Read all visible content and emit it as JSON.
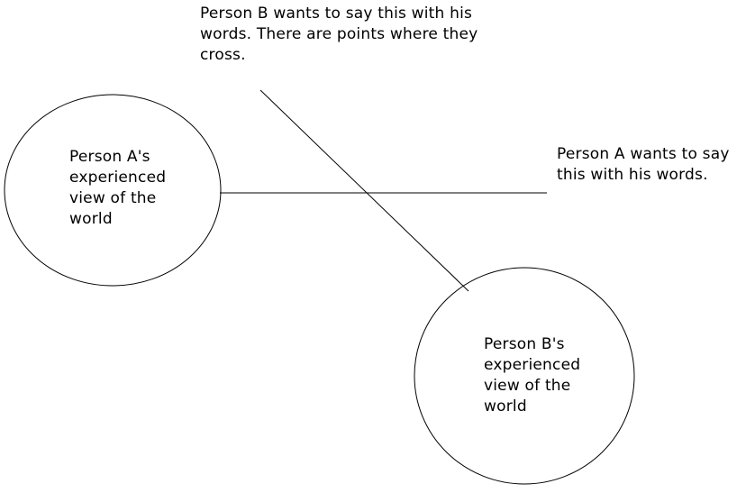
{
  "canvas": {
    "background_color": "#ffffff",
    "line_color": "#000000",
    "text_color": "#000000"
  },
  "captions": {
    "person_b_goal": {
      "line1": "Person B wants to say this with his",
      "line2": "words. There are points where they",
      "line3": "cross."
    },
    "person_a_goal": {
      "line1": "Person A wants to say",
      "line2": "this with his words."
    }
  },
  "circles": {
    "person_a": {
      "line1": "Person A's",
      "line2": "experienced",
      "line3": "view of the",
      "line4": "world"
    },
    "person_b": {
      "line1": "Person B's",
      "line2": "experienced",
      "line3": "view of the",
      "line4": "world"
    }
  }
}
